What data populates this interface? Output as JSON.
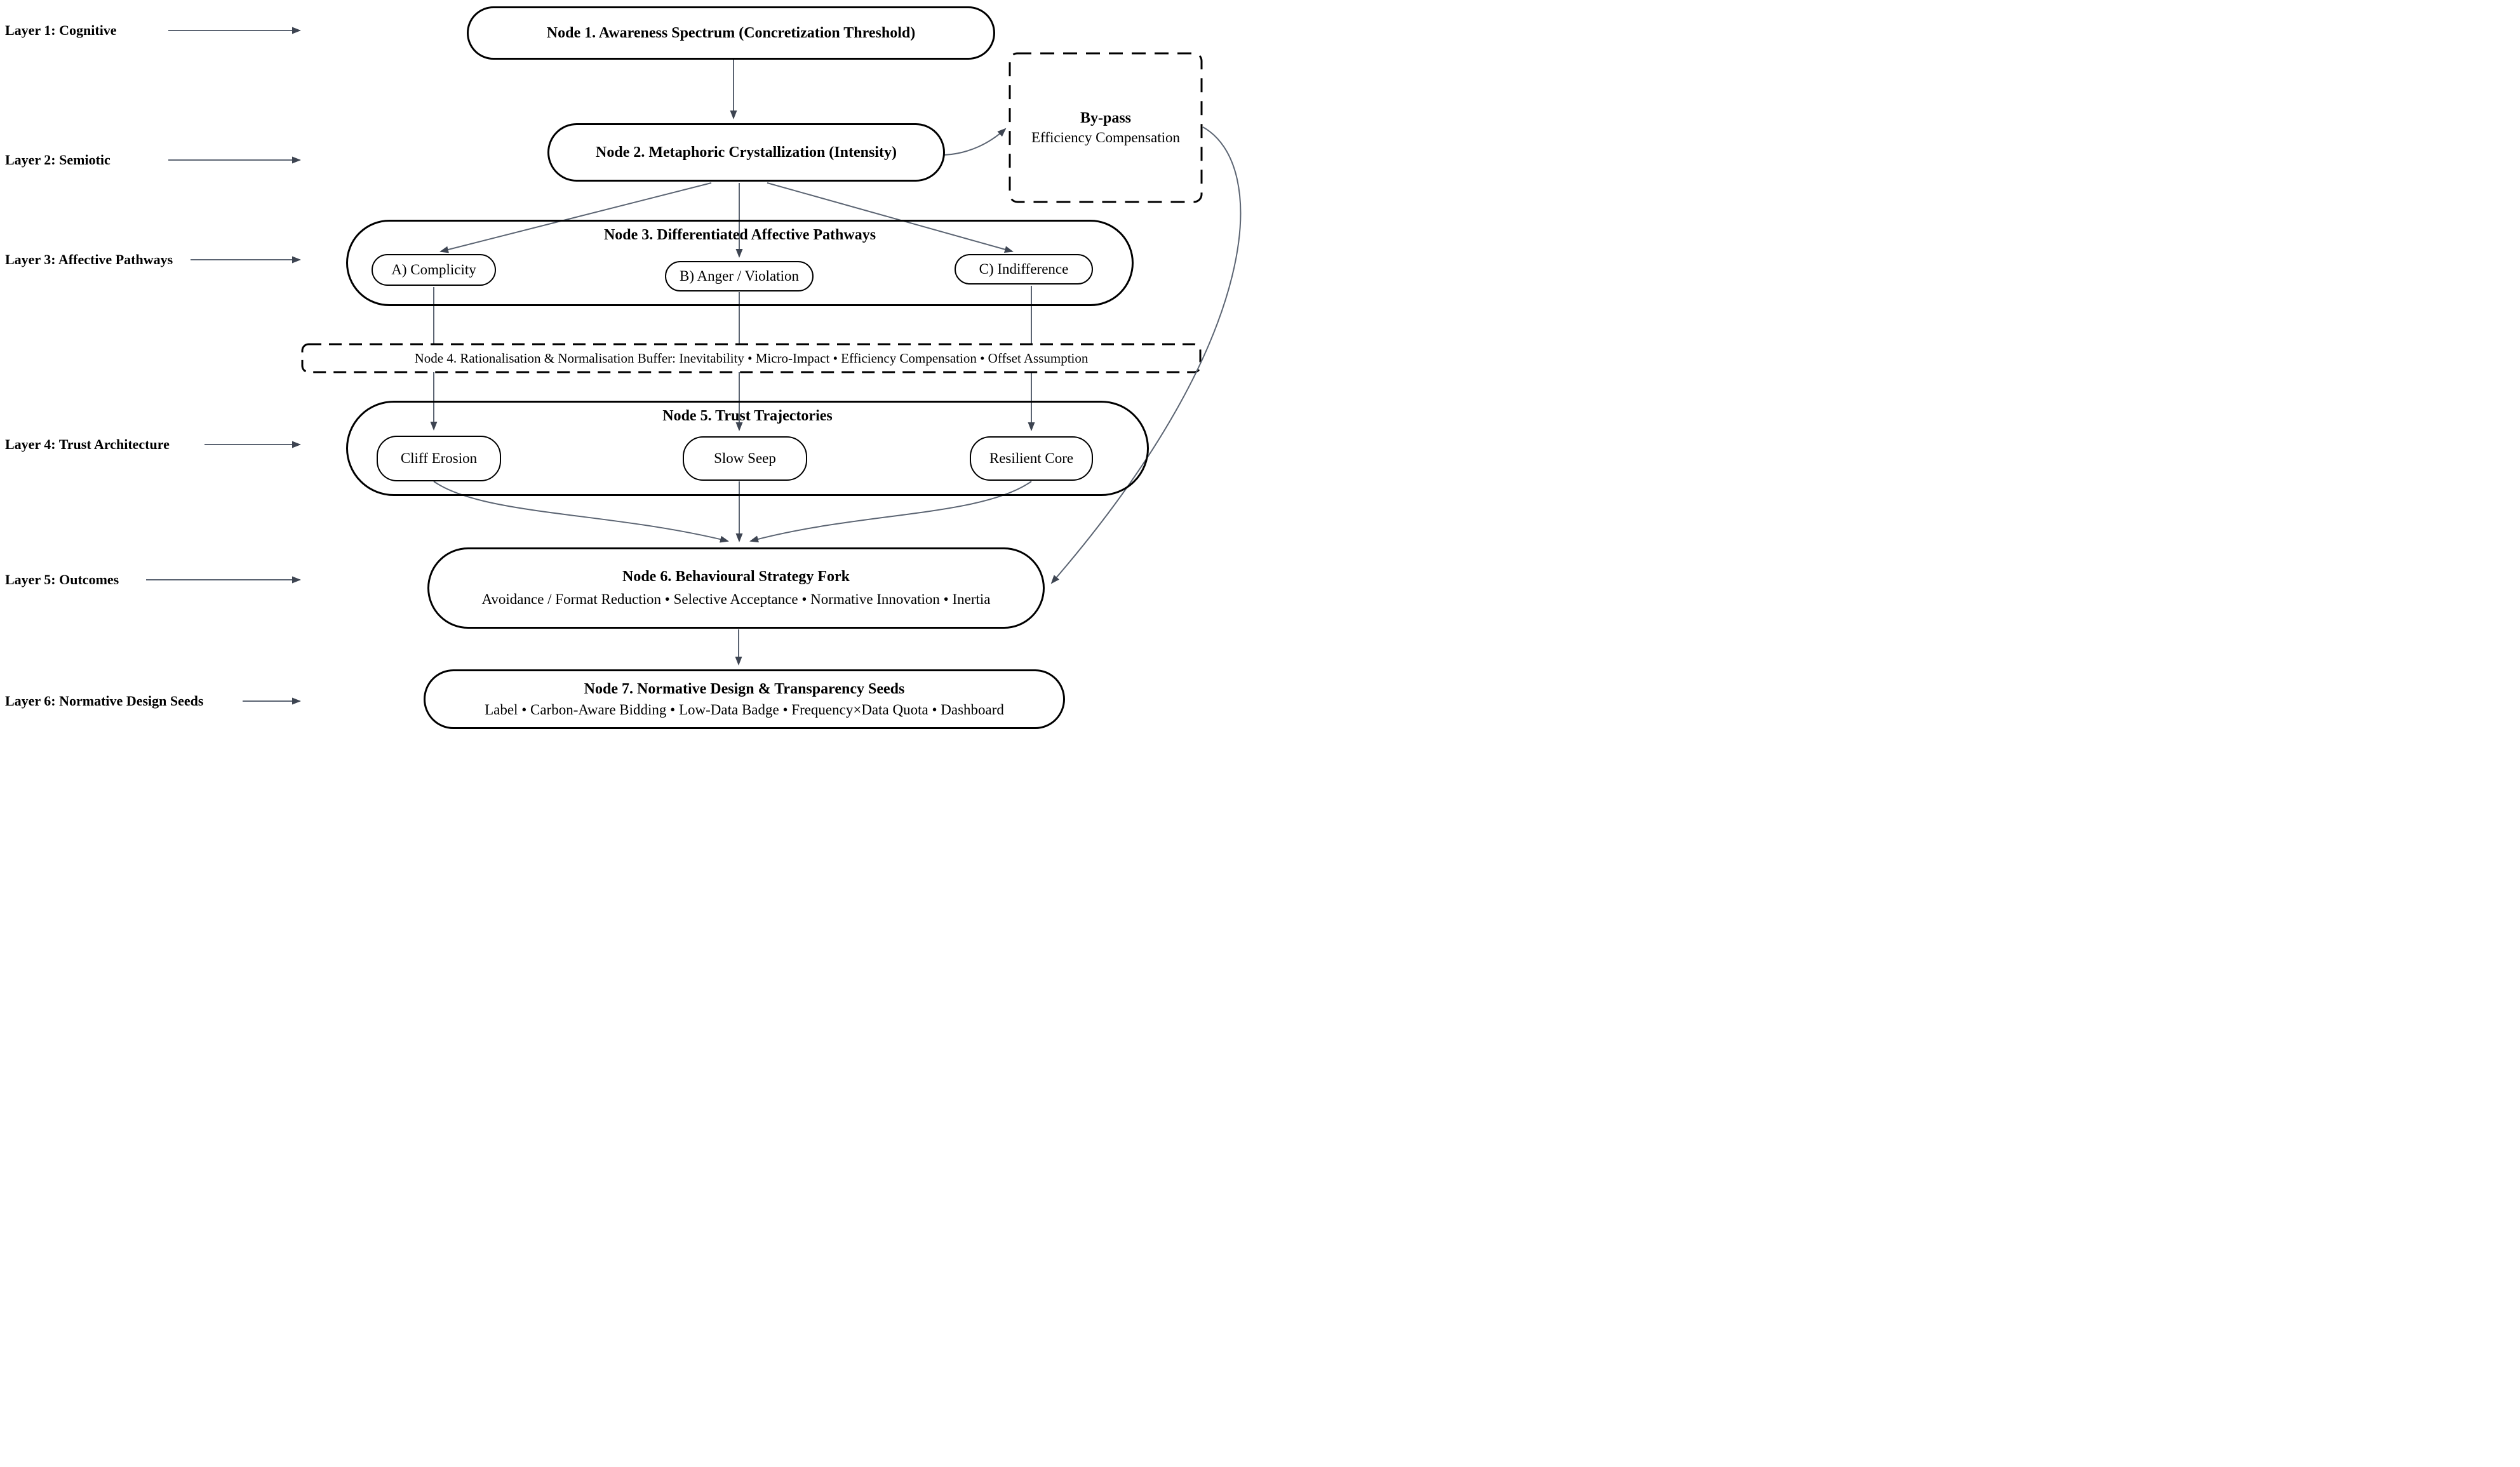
{
  "diagram": {
    "layers": [
      {
        "label": "Layer 1: Cognitive"
      },
      {
        "label": "Layer 2: Semiotic"
      },
      {
        "label": "Layer 3: Affective Pathways"
      },
      {
        "label": "Layer 4: Trust Architecture"
      },
      {
        "label": "Layer 5: Outcomes"
      },
      {
        "label": "Layer 6: Normative Design Seeds"
      }
    ],
    "nodes": {
      "node1": {
        "title": "Node 1. Awareness Spectrum (Concretization Threshold)"
      },
      "node2": {
        "title": "Node 2. Metaphoric Crystallization (Intensity)"
      },
      "bypass": {
        "title": "By-pass",
        "subtitle": "Efficiency Compensation"
      },
      "node3": {
        "title": "Node 3. Differentiated Affective Pathways",
        "children": [
          {
            "label": "A) Complicity"
          },
          {
            "label": "B) Anger / Violation"
          },
          {
            "label": "C) Indifference"
          }
        ]
      },
      "node4": {
        "title": "Node 4. Rationalisation & Normalisation Buffer:  Inevitability • Micro-Impact • Efficiency Compensation • Offset Assumption"
      },
      "node5": {
        "title": "Node 5. Trust Trajectories",
        "children": [
          {
            "label": "Cliff Erosion"
          },
          {
            "label": "Slow Seep"
          },
          {
            "label": "Resilient Core"
          }
        ]
      },
      "node6": {
        "title": "Node 6. Behavioural Strategy Fork",
        "subtitle": "Avoidance / Format Reduction • Selective Acceptance • Normative Innovation • Inertia"
      },
      "node7": {
        "title": "Node 7. Normative Design & Transparency Seeds",
        "subtitle": "Label  • Carbon-Aware Bidding  • Low-Data Badge  • Frequency×Data Quota  • Dashboard"
      }
    },
    "colors": {
      "node_border": "#000000",
      "arrow_line": "#5b6472",
      "arrow_head": "#3d4451",
      "background": "#ffffff"
    }
  }
}
